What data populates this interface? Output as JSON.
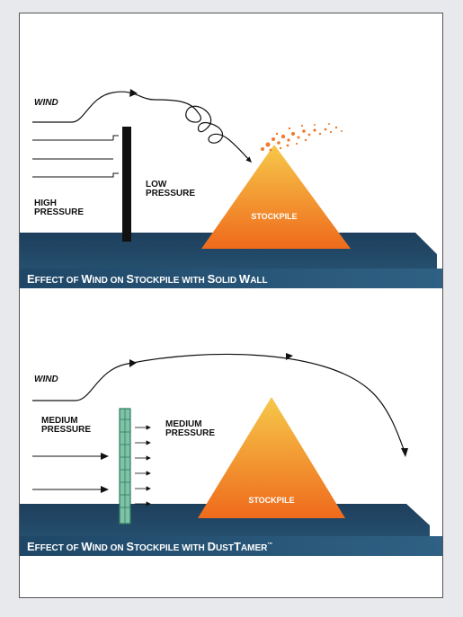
{
  "colors": {
    "background": "#e7e9ec",
    "banner": "#26506f",
    "banner_dark": "#14344e",
    "pile_top": "#f6c94a",
    "pile_bottom": "#ef6a1c",
    "wall": "#111111",
    "mesh": "#3f9878",
    "particles": "#f07a2a"
  },
  "panel1": {
    "wind_label": "WIND",
    "high_line1": "HIGH",
    "high_line2": "PRESSURE",
    "low_line1": "LOW",
    "low_line2": "PRESSURE",
    "stockpile_label": "STOCKPILE",
    "banner": {
      "E": "E",
      "ffect_of": "FFECT OF ",
      "W": "W",
      "ind_on": "IND ON ",
      "S1": "S",
      "tockpile_with": "TOCKPILE WITH ",
      "S2": "S",
      "olid": "OLID ",
      "W2": "W",
      "all": "ALL"
    }
  },
  "panel2": {
    "wind_label": "WIND",
    "medium_left_line1": "MEDIUM",
    "medium_left_line2": "PRESSURE",
    "medium_right_line1": "MEDIUM",
    "medium_right_line2": "PRESSURE",
    "stockpile_label": "STOCKPILE",
    "banner": {
      "E": "E",
      "ffect_of": "FFECT OF ",
      "W": "W",
      "ind_on": "IND ON ",
      "S1": "S",
      "tockpile_with": "TOCKPILE WITH ",
      "D": "D",
      "ust": "UST",
      "T": "T",
      "amer": "AMER",
      "tm": "™"
    }
  }
}
